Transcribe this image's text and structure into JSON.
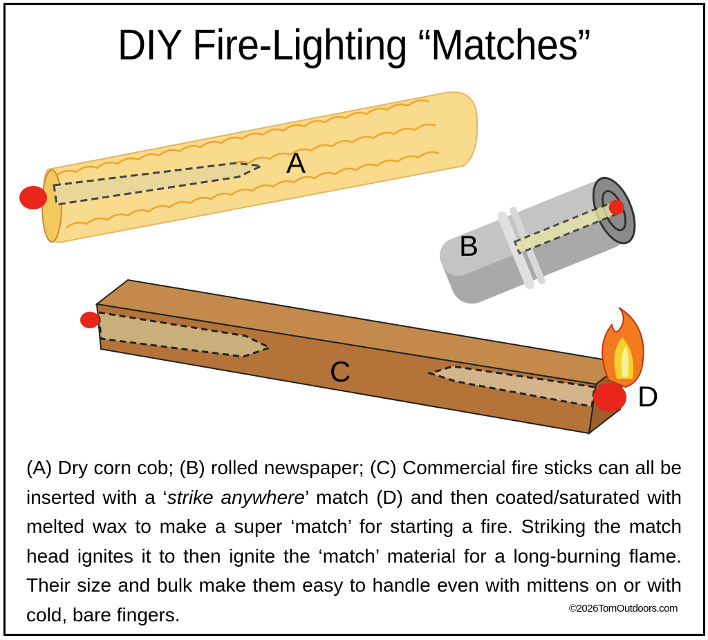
{
  "title": "DIY Fire-Lighting “Matches”",
  "labels": {
    "a": "A",
    "b": "B",
    "c": "C",
    "d": "D"
  },
  "caption": {
    "part1": "(A) Dry corn cob; (B) rolled newspaper; (C) Commercial fire sticks can all be inserted with a ‘",
    "italic": "strike anywhere",
    "part2": "’ match (D) and then coated/saturated with melted wax to make a super ‘match’ for starting a fire. Striking the match head ignites it to then ignite the ‘match’ material for a long-burning flame. Their size and bulk make them easy to handle even with mittens on or with cold, bare fingers."
  },
  "copyright": "©2026TomOutdoors.com",
  "colors": {
    "corn": "#f7d57a",
    "corn_line": "#f0a52a",
    "wood": "#b87a3e",
    "match_head": "#e8261a",
    "paper": "#9a9a9a"
  }
}
